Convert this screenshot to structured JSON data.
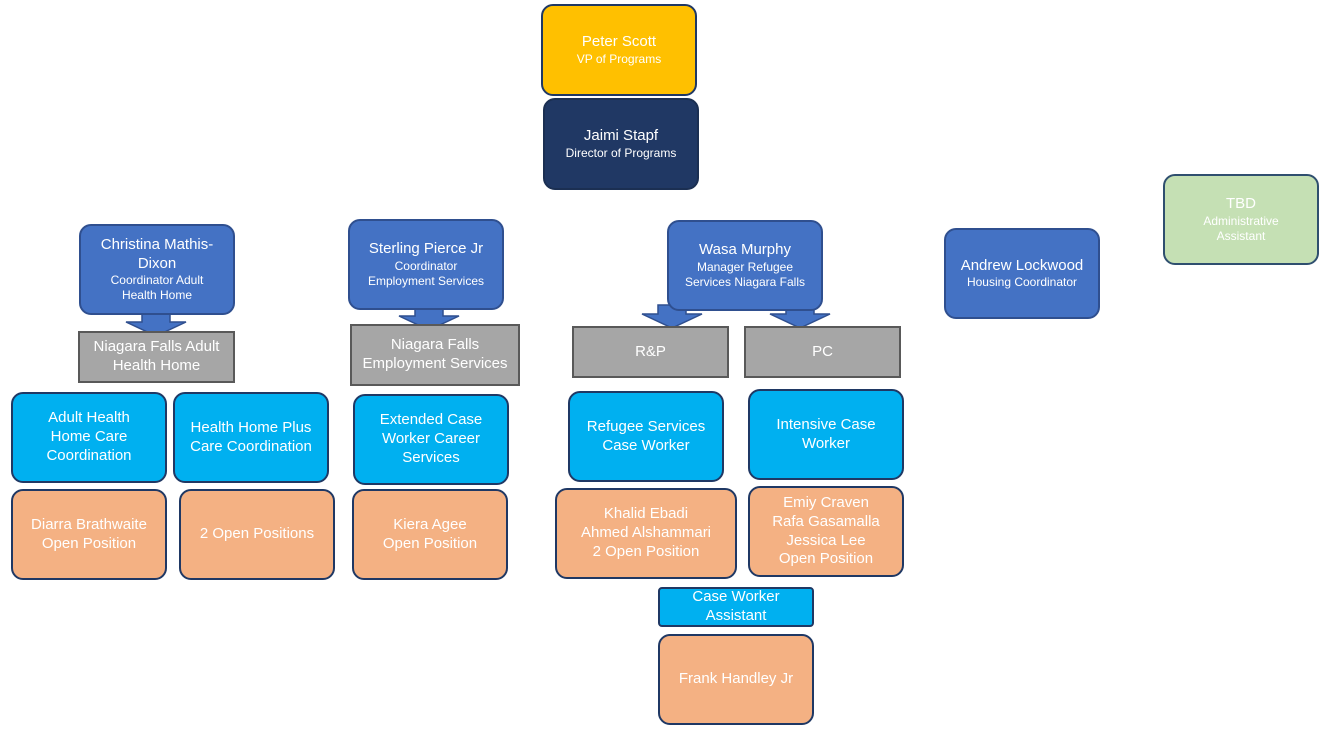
{
  "leadership": {
    "vp": {
      "name": "Peter Scott",
      "title": "VP  of  Programs"
    },
    "director": {
      "name": "Jaimi Stapf",
      "title": "Director  of  Programs"
    }
  },
  "admin": {
    "name": "TBD",
    "title": "Administrative\nAssistant"
  },
  "housing": {
    "name": "Andrew Lockwood",
    "title": "Housing Coordinator"
  },
  "health": {
    "manager": {
      "name": "Christina Mathis-\nDixon",
      "title": "Coordinator Adult\nHealth  Home"
    },
    "program": "Niagara Falls Adult\nHealth Home",
    "roles": [
      {
        "role": "Adult Health\nHome Care\nCoordination",
        "staff": "Diarra Brathwaite\nOpen Position"
      },
      {
        "role": "Health Home Plus\nCare Coordination",
        "staff": "2 Open Positions"
      }
    ]
  },
  "employment": {
    "manager": {
      "name": "Sterling  Pierce Jr",
      "title": "Coordinator\nEmployment Services"
    },
    "program": "Niagara Falls\nEmployment Services",
    "role": "Extended Case\nWorker Career\nServices",
    "staff": "Kiera Agee\nOpen Position"
  },
  "refugee": {
    "manager": {
      "name": "Wasa  Murphy",
      "title": "Manager Refugee\nServices Niagara Falls"
    },
    "programs": [
      {
        "label": "R&P",
        "role": "Refugee Services\nCase Worker",
        "staff": "Khalid Ebadi\nAhmed Alshammari\n2 Open Position"
      },
      {
        "label": "PC",
        "role": "Intensive Case\nWorker",
        "staff": "Emiy Craven\nRafa Gasamalla\nJessica Lee\nOpen Position"
      }
    ],
    "assistant": {
      "role": "Case Worker\nAssistant",
      "staff": "Frank Handley Jr"
    }
  }
}
